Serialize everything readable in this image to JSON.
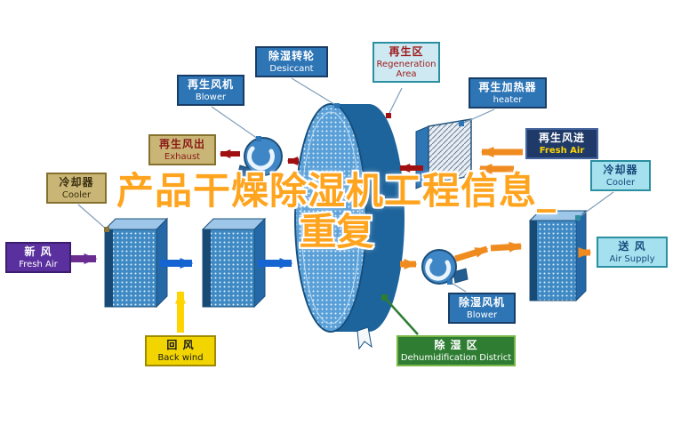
{
  "page": {
    "title": "产品干燥除湿机工程信息_重复"
  },
  "watermark": {
    "line1": "产品干燥除湿机工程信息_",
    "line2": "重复"
  },
  "labels": {
    "desiccant": {
      "zh": "除湿转轮",
      "en": "Desiccant"
    },
    "regeneration_area": {
      "zh": "再生区",
      "en": "Regeneration Area"
    },
    "regen_blower": {
      "zh": "再生风机",
      "en": "Blower"
    },
    "regen_heater": {
      "zh": "再生加热器",
      "en": "heater"
    },
    "regen_exhaust": {
      "zh": "再生风出",
      "en": "Exhaust"
    },
    "regen_fresh_air": {
      "zh": "再生风进",
      "en": "Fresh Air"
    },
    "cooler_left": {
      "zh": "冷却器",
      "en": "Cooler"
    },
    "cooler_right": {
      "zh": "冷却器",
      "en": "Cooler"
    },
    "fresh_air": {
      "zh": "新 风",
      "en": "Fresh Air"
    },
    "air_supply": {
      "zh": "送 风",
      "en": "Air Supply"
    },
    "back_wind": {
      "zh": "回 风",
      "en": "Back wind"
    },
    "dehumid_blower": {
      "zh": "除湿风机",
      "en": "Blower"
    },
    "dehumid_district": {
      "zh": "除 湿 区",
      "en": "Dehumidification District"
    }
  },
  "colors": {
    "label_blue": "#2e75b6",
    "label_tan": "#c9b676",
    "label_cyan": "#a5e0ef",
    "label_purple": "#5a2f9e",
    "label_navy": "#1f3a68",
    "label_yellow": "#f2d500",
    "label_green": "#2e7d32",
    "watermark_orange": "#ffa41e",
    "arrow_blue": "#1464d2",
    "arrow_purple": "#6a2c91",
    "arrow_orange": "#ef8b1f",
    "arrow_dark_red": "#a01010",
    "arrow_yellow": "#ffd400",
    "machine_blue": "#2e86c1"
  }
}
